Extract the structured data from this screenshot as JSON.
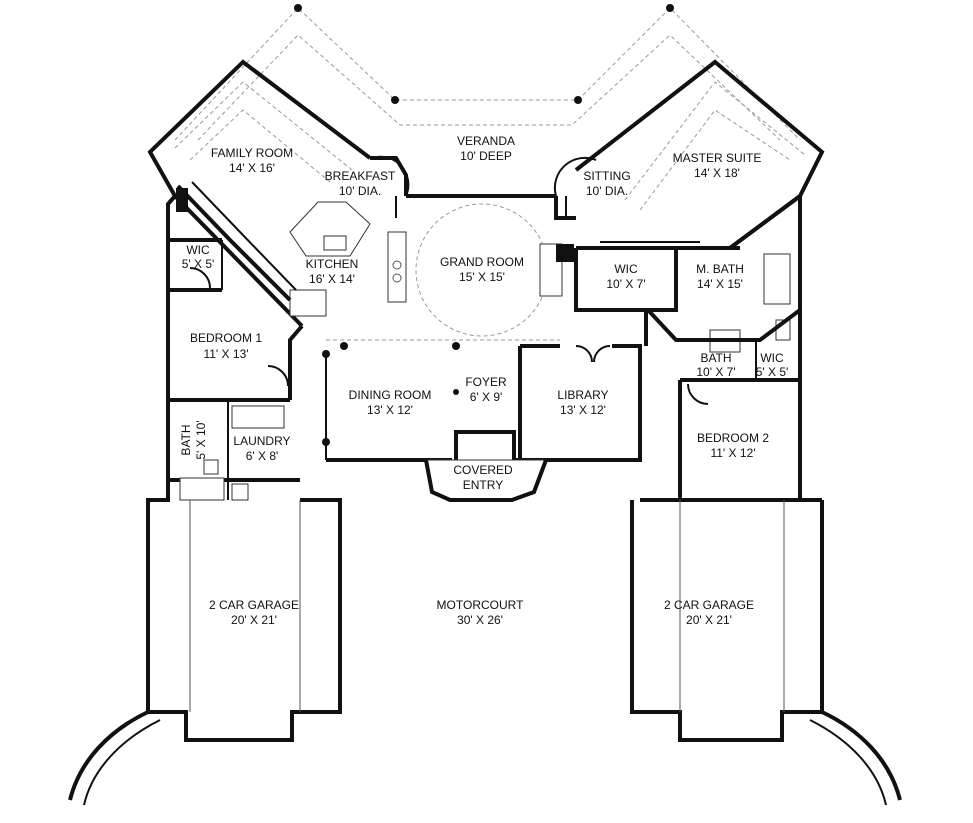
{
  "rooms": {
    "veranda": {
      "name": "VERANDA",
      "size": "10' DEEP"
    },
    "family_room": {
      "name": "FAMILY ROOM",
      "size": "14' X 16'"
    },
    "breakfast": {
      "name": "BREAKFAST",
      "size": "10' DIA."
    },
    "sitting": {
      "name": "SITTING",
      "size": "10' DIA."
    },
    "master_suite": {
      "name": "MASTER SUITE",
      "size": "14' X 18'"
    },
    "wic_left": {
      "name": "WIC",
      "size": "5' X 5'"
    },
    "kitchen": {
      "name": "KITCHEN",
      "size": "16' X 14'"
    },
    "grand_room": {
      "name": "GRAND ROOM",
      "size": "15' X 15'"
    },
    "wic_master": {
      "name": "WIC",
      "size": "10' X 7'"
    },
    "m_bath": {
      "name": "M. BATH",
      "size": "14' X 15'"
    },
    "bedroom1": {
      "name": "BEDROOM 1",
      "size": "11' X 13'"
    },
    "bath2": {
      "name": "BATH",
      "size": "10' X 7'"
    },
    "wic_right": {
      "name": "WIC",
      "size": "5' X 5'"
    },
    "dining": {
      "name": "DINING ROOM",
      "size": "13' X 12'"
    },
    "foyer": {
      "name": "FOYER",
      "size": "6' X 9'"
    },
    "library": {
      "name": "LIBRARY",
      "size": "13' X 12'"
    },
    "bath_left": {
      "name": "BATH",
      "size": "5' X 10'"
    },
    "laundry": {
      "name": "LAUNDRY",
      "size": "6' X 8'"
    },
    "bedroom2": {
      "name": "BEDROOM 2",
      "size": "11' X 12'"
    },
    "covered_entry": {
      "name": "COVERED",
      "size": "ENTRY"
    },
    "garage_left": {
      "name": "2 CAR GARAGE",
      "size": "20' X 21'"
    },
    "motorcourt": {
      "name": "MOTORCOURT",
      "size": "30' X 26'"
    },
    "garage_right": {
      "name": "2 CAR GARAGE",
      "size": "20' X 21'"
    }
  }
}
